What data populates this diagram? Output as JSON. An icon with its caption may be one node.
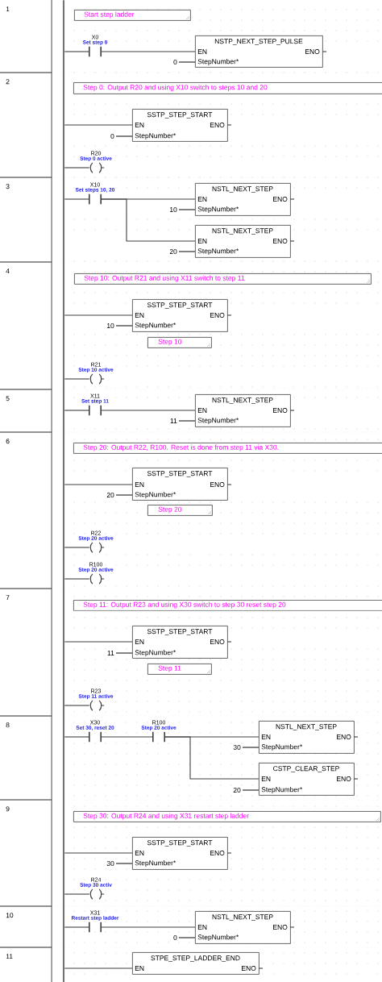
{
  "diagram": {
    "nodes": [
      {
        "text": [],
        "shape": "bar"
      },
      {
        "text": [
          "Start step ladder"
        ]
      },
      {
        "text": [],
        "shape": "contact",
        "beside": [
          "X0",
          "Set step 0"
        ]
      },
      {
        "text": [
          "NSTP_NEXT_STEP_PULSE",
          "EN",
          "ENO",
          "StepNumber*"
        ]
      },
      {
        "text": [
          "0"
        ]
      },
      {
        "text": [
          "Step 0: Output R20 and using X10 switch to steps 10 and 20"
        ]
      },
      {
        "text": [
          "SSTP_STEP_START",
          "EN",
          "ENO",
          "StepNumber*"
        ]
      },
      {
        "text": [
          "0"
        ]
      },
      {
        "text": [],
        "shape": "coil",
        "beside": [
          "R20",
          "Step 0 active"
        ]
      },
      {
        "text": [],
        "shape": "contact",
        "beside": [
          "X10",
          "Set steps 10, 20"
        ]
      },
      {
        "text": [
          "NSTL_NEXT_STEP",
          "EN",
          "ENO",
          "StepNumber*"
        ]
      },
      {
        "text": [
          "10"
        ]
      },
      {
        "text": [
          "NSTL_NEXT_STEP",
          "EN",
          "ENO",
          "StepNumber*"
        ]
      },
      {
        "text": [
          "20"
        ]
      },
      {
        "text": [
          "Step 10: Output R21 and using X11 switch to step 11"
        ]
      },
      {
        "text": [
          "SSTP_STEP_START",
          "EN",
          "ENO",
          "StepNumber*"
        ]
      },
      {
        "text": [
          "10"
        ]
      },
      {
        "text": [
          "Step 10"
        ]
      },
      {
        "text": [],
        "shape": "coil",
        "beside": [
          "R21",
          "Step 10 active"
        ]
      },
      {
        "text": [],
        "shape": "contact",
        "beside": [
          "X11",
          "Set step 11"
        ]
      },
      {
        "text": [
          "NSTL_NEXT_STEP",
          "EN",
          "ENO",
          "StepNumber*"
        ]
      },
      {
        "text": [
          "11"
        ]
      },
      {
        "text": [
          "Step 20: Output R22, R100. Reset is done from step 11 via X30."
        ]
      },
      {
        "text": [
          "SSTP_STEP_START",
          "EN",
          "ENO",
          "StepNumber*"
        ]
      },
      {
        "text": [
          "20"
        ]
      },
      {
        "text": [
          "Step 20"
        ]
      },
      {
        "text": [],
        "shape": "coil",
        "beside": [
          "R22",
          "Step 20 active"
        ]
      },
      {
        "text": [],
        "shape": "coil",
        "beside": [
          "R100",
          "Step 20 active"
        ]
      },
      {
        "text": [
          "Step 11: Output R23 and using X30 switch to step 30 reset step 20"
        ]
      },
      {
        "text": [
          "SSTP_STEP_START",
          "EN",
          "ENO",
          "StepNumber*"
        ]
      },
      {
        "text": [
          "11"
        ]
      },
      {
        "text": [
          "Step 11"
        ]
      },
      {
        "text": [],
        "shape": "coil",
        "beside": [
          "R23",
          "Step 11 active"
        ]
      },
      {
        "text": [],
        "shape": "contact",
        "beside": [
          "X30",
          "Set 30, reset 20"
        ]
      },
      {
        "text": [],
        "shape": "contact",
        "beside": [
          "R100",
          "Step 20 active"
        ]
      },
      {
        "text": [
          "NSTL_NEXT_STEP",
          "EN",
          "ENO",
          "StepNumber*"
        ]
      },
      {
        "text": [
          "30"
        ]
      },
      {
        "text": [
          "CSTP_CLEAR_STEP",
          "EN",
          "ENO",
          "StepNumber*"
        ]
      },
      {
        "text": [
          "20"
        ]
      },
      {
        "text": [
          "Step 30: Output R24 and using X31 restart step ladder"
        ]
      },
      {
        "text": [
          "SSTP_STEP_START",
          "EN",
          "ENO",
          "StepNumber*"
        ]
      },
      {
        "text": [
          "30"
        ]
      },
      {
        "text": [],
        "shape": "coil",
        "beside": [
          "R24",
          "Step 30 activ"
        ]
      },
      {
        "text": [],
        "shape": "contact",
        "beside": [
          "X31",
          "Restart step ladder"
        ]
      },
      {
        "text": [
          "NSTL_NEXT_STEP",
          "EN",
          "ENO",
          "StepNumber*"
        ]
      },
      {
        "text": [
          "0"
        ]
      },
      {
        "text": [
          "STPE_STEP_LADDER_END",
          "EN",
          "ENO"
        ]
      }
    ],
    "edges": [
      {
        "from": 0,
        "to": 2,
        "arrow": "none"
      },
      {
        "from": 2,
        "to": 3,
        "arrow": "none"
      },
      {
        "from": 4,
        "to": 3,
        "arrow": "none"
      },
      {
        "from": 0,
        "to": 6,
        "arrow": "none"
      },
      {
        "from": 7,
        "to": 6,
        "arrow": "none"
      },
      {
        "from": 0,
        "to": 8,
        "arrow": "none"
      },
      {
        "from": 0,
        "to": 9,
        "arrow": "none"
      },
      {
        "from": 9,
        "to": 10,
        "arrow": "none"
      },
      {
        "from": 11,
        "to": 10,
        "arrow": "none"
      },
      {
        "from": 9,
        "to": 12,
        "arrow": "none"
      },
      {
        "from": 13,
        "to": 12,
        "arrow": "none"
      },
      {
        "from": 0,
        "to": 15,
        "arrow": "none"
      },
      {
        "from": 16,
        "to": 15,
        "arrow": "none"
      },
      {
        "from": 0,
        "to": 18,
        "arrow": "none"
      },
      {
        "from": 0,
        "to": 19,
        "arrow": "none"
      },
      {
        "from": 19,
        "to": 20,
        "arrow": "none"
      },
      {
        "from": 21,
        "to": 20,
        "arrow": "none"
      },
      {
        "from": 0,
        "to": 23,
        "arrow": "none"
      },
      {
        "from": 24,
        "to": 23,
        "arrow": "none"
      },
      {
        "from": 0,
        "to": 26,
        "arrow": "none"
      },
      {
        "from": 0,
        "to": 27,
        "arrow": "none"
      },
      {
        "from": 0,
        "to": 29,
        "arrow": "none"
      },
      {
        "from": 30,
        "to": 29,
        "arrow": "none"
      },
      {
        "from": 0,
        "to": 32,
        "arrow": "none"
      },
      {
        "from": 0,
        "to": 33,
        "arrow": "none"
      },
      {
        "from": 33,
        "to": 34,
        "arrow": "none"
      },
      {
        "from": 34,
        "to": 35,
        "arrow": "none"
      },
      {
        "from": 36,
        "to": 35,
        "arrow": "none"
      },
      {
        "from": 34,
        "to": 37,
        "arrow": "none"
      },
      {
        "from": 38,
        "to": 37,
        "arrow": "none"
      },
      {
        "from": 0,
        "to": 40,
        "arrow": "none"
      },
      {
        "from": 41,
        "to": 40,
        "arrow": "none"
      },
      {
        "from": 0,
        "to": 42,
        "arrow": "none"
      },
      {
        "from": 0,
        "to": 43,
        "arrow": "none"
      },
      {
        "from": 43,
        "to": 44,
        "arrow": "none"
      },
      {
        "from": 45,
        "to": 44,
        "arrow": "none"
      },
      {
        "from": 0,
        "to": 46,
        "arrow": "none"
      }
    ],
    "labels": [
      "1",
      "2",
      "3",
      "4",
      "5",
      "6",
      "7",
      "8",
      "9",
      "10",
      "11"
    ]
  }
}
